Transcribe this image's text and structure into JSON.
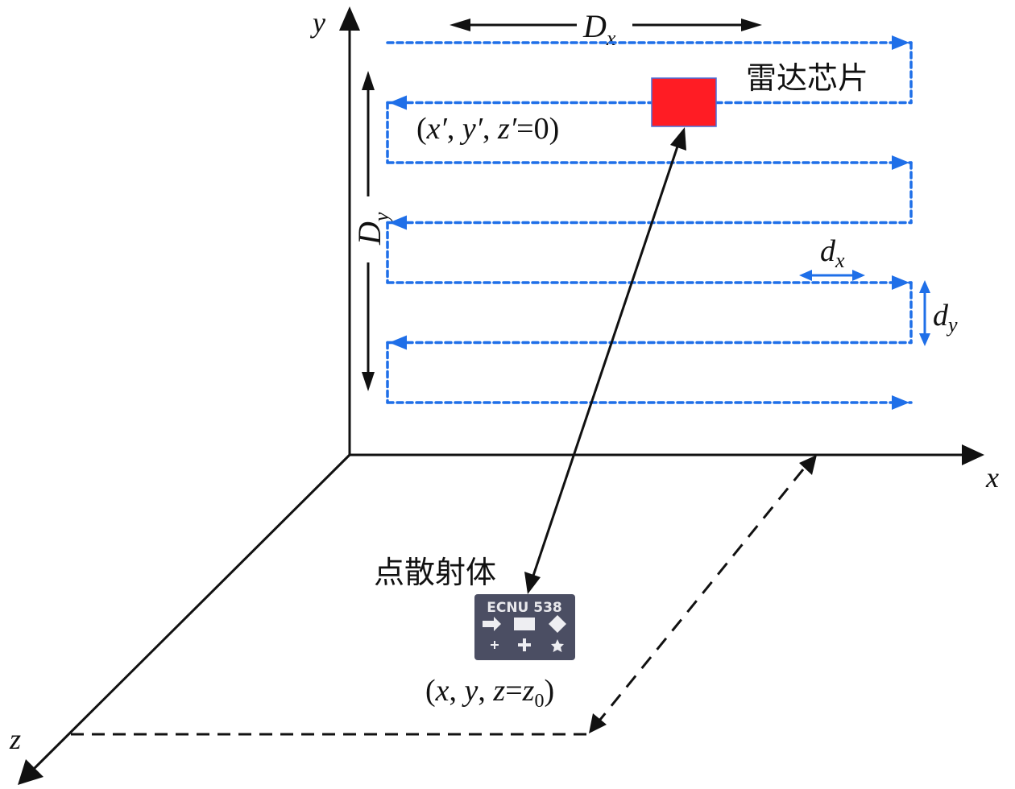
{
  "axes": {
    "x_label": "x",
    "y_label": "y",
    "z_label": "z"
  },
  "dimensions": {
    "Dx": {
      "main": "D",
      "sub": "x"
    },
    "Dy": {
      "main": "D",
      "sub": "y"
    },
    "dx": {
      "main": "d",
      "sub": "x"
    },
    "dy": {
      "main": "d",
      "sub": "y"
    }
  },
  "labels": {
    "radar_chip": "雷达芯片",
    "point_scatterer": "点散射体",
    "radar_coord": {
      "open": "(",
      "x": "x′",
      "sep1": ", ",
      "y": "y′",
      "sep2": ", ",
      "z": "z′",
      "eq": "=0)"
    },
    "target_coord": {
      "open": "(",
      "x": "x",
      "sep1": ", ",
      "y": "y",
      "sep2": ", ",
      "z": "z",
      "eq": "=",
      "z0": "z",
      "z0_sub": "0",
      "close": ")"
    }
  },
  "scatterer_badge": {
    "title": "ECNU 538",
    "icons": [
      "arrow-right",
      "rectangle",
      "diamond",
      "small-plus",
      "plus",
      "star"
    ]
  },
  "scan": {
    "rows": 6,
    "directions": [
      "right",
      "left",
      "right",
      "left",
      "right",
      "left",
      "right"
    ]
  },
  "colors": {
    "scan_path": "#1f6fe8",
    "radar_chip": "#ff1c24",
    "radar_chip_border": "#4a6fd8",
    "axis": "#111111",
    "badge_bg": "#4b4e63"
  }
}
